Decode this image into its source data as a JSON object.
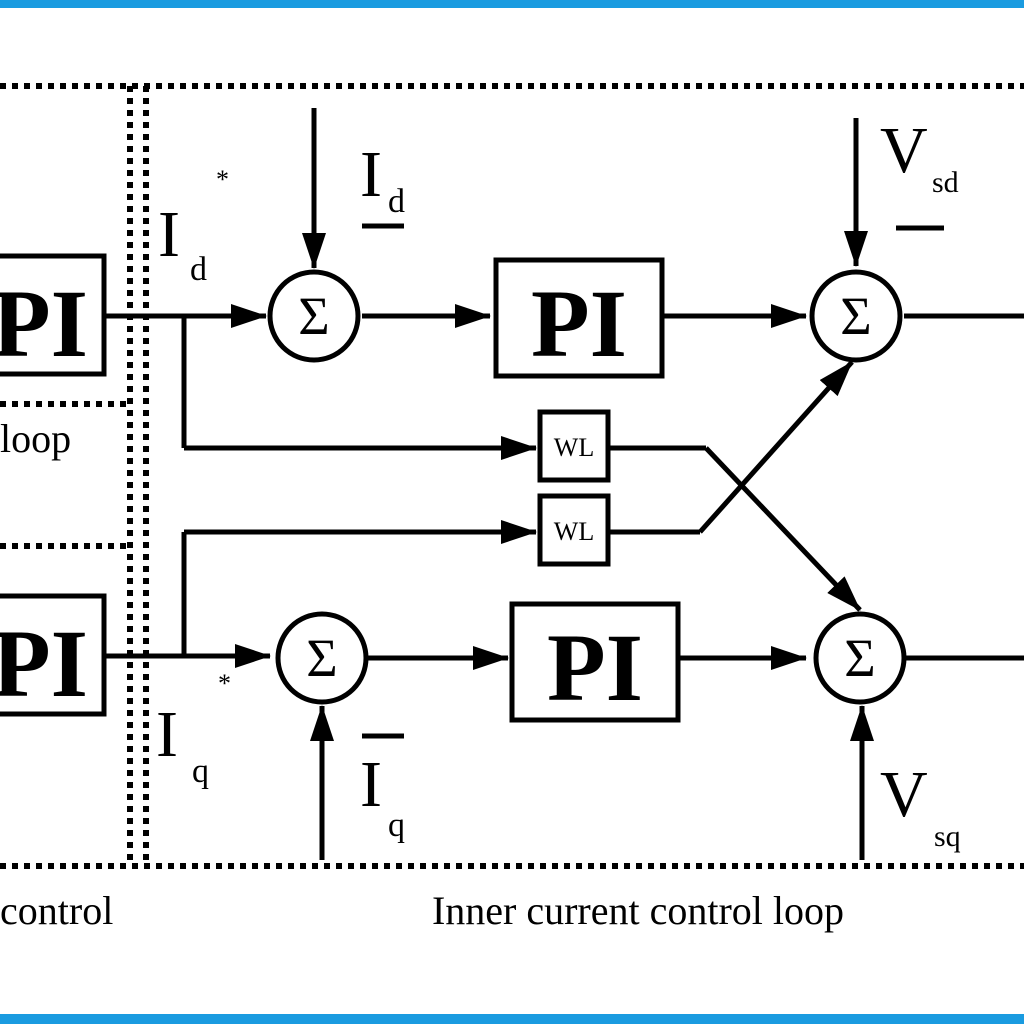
{
  "theme": {
    "frame_color": "#1a9be0",
    "ink_color": "#000000",
    "background": "#ffffff"
  },
  "blocks": {
    "pi_label": "PI",
    "wl_label": "WL",
    "sum_symbol": "Σ"
  },
  "signals": {
    "id_ref": {
      "main": "I",
      "sub": "d",
      "sup": "*"
    },
    "iq_ref": {
      "main": "I",
      "sub": "q",
      "sup": "*"
    },
    "id_meas": {
      "main": "I",
      "sub": "d"
    },
    "iq_meas": {
      "main": "I",
      "sub": "q"
    },
    "vsd": {
      "main": "V",
      "sub": "sd"
    },
    "vsq": {
      "main": "V",
      "sub": "sq"
    }
  },
  "labels": {
    "outer_loop_fragment": "loop",
    "outer_control_fragment": "control",
    "inner_loop": "Inner current control loop"
  }
}
